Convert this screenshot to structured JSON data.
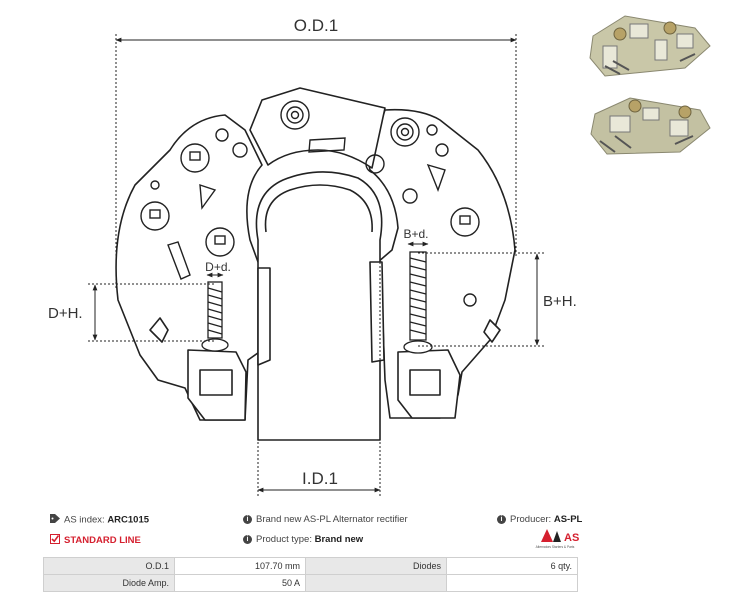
{
  "dimensions": {
    "od": "O.D.1",
    "id": "I.D.1",
    "dh": "D+H.",
    "bh": "B+H.",
    "dd": "D+d.",
    "bd": "B+d."
  },
  "info": {
    "as_index_label": "AS index:",
    "as_index_value": "ARC1015",
    "description": "Brand new AS-PL Alternator rectifier",
    "producer_label": "Producer:",
    "producer_value": "AS-PL",
    "standard_line": "STANDARD LINE",
    "product_type_label": "Product type:",
    "product_type_value": "Brand new"
  },
  "logo": {
    "mark": "AS",
    "tagline": "Alternators Starters & Parts",
    "color": "#d5202f"
  },
  "specs": [
    {
      "k1": "O.D.1",
      "v1": "107.70 mm",
      "k2": "Diodes",
      "v2": "6 qty."
    },
    {
      "k1": "Diode Amp.",
      "v1": "50 A",
      "k2": "",
      "v2": ""
    }
  ]
}
